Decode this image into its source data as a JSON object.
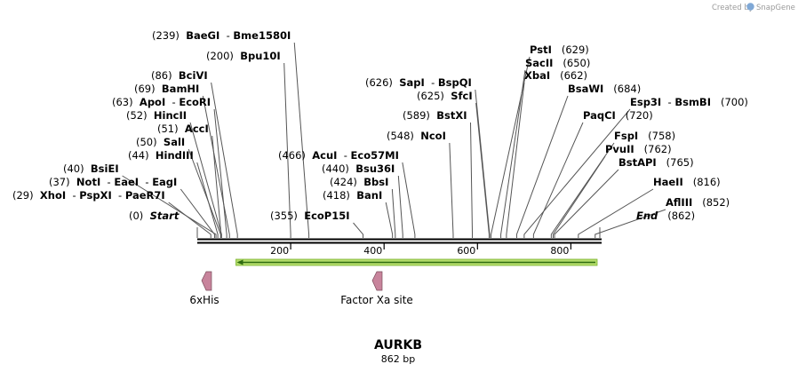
{
  "credit": {
    "prefix": "Created by",
    "brand": "SnapGene",
    "logo_icon": "snapgene-logo-icon"
  },
  "sequence": {
    "name": "AURKB",
    "length_label": "862 bp",
    "length": 862,
    "ruler_ticks": [
      200,
      400,
      600,
      800
    ]
  },
  "colors": {
    "backbone": "#000000",
    "orf_fill": "#b4dd6c",
    "orf_stroke": "#7bb32e",
    "orf_arrow": "#2e6b0f",
    "feature_fill": "#c8849c",
    "feature_stroke": "#7a4a5a",
    "connector": "#555555"
  },
  "orf": {
    "start": 98,
    "end": 862,
    "direction": "reverse"
  },
  "features": [
    {
      "name": "6xHis",
      "position": 23,
      "direction": "reverse"
    },
    {
      "name": "Factor Xa site",
      "position": 391,
      "direction": "reverse"
    }
  ],
  "sites": [
    {
      "pos": 0,
      "names": [
        "Start"
      ],
      "italic": true
    },
    {
      "pos": 29,
      "names": [
        "XhoI",
        "PspXI",
        "PaeR7I"
      ]
    },
    {
      "pos": 37,
      "names": [
        "NotI",
        "EaeI",
        "EagI"
      ]
    },
    {
      "pos": 40,
      "names": [
        "BsiEI"
      ]
    },
    {
      "pos": 44,
      "names": [
        "HindIII"
      ]
    },
    {
      "pos": 50,
      "names": [
        "SalI"
      ]
    },
    {
      "pos": 51,
      "names": [
        "AccI"
      ]
    },
    {
      "pos": 52,
      "names": [
        "HincII"
      ]
    },
    {
      "pos": 63,
      "names": [
        "ApoI",
        "EcoRI"
      ]
    },
    {
      "pos": 69,
      "names": [
        "BamHI"
      ]
    },
    {
      "pos": 86,
      "names": [
        "BciVI"
      ]
    },
    {
      "pos": 200,
      "names": [
        "Bpu10I"
      ]
    },
    {
      "pos": 239,
      "names": [
        "BaeGI",
        "Bme1580I"
      ]
    },
    {
      "pos": 355,
      "names": [
        "EcoP15I"
      ]
    },
    {
      "pos": 418,
      "names": [
        "BanI"
      ]
    },
    {
      "pos": 424,
      "names": [
        "BbsI"
      ]
    },
    {
      "pos": 440,
      "names": [
        "Bsu36I"
      ]
    },
    {
      "pos": 466,
      "names": [
        "AcuI",
        "Eco57MI"
      ]
    },
    {
      "pos": 548,
      "names": [
        "NcoI"
      ]
    },
    {
      "pos": 589,
      "names": [
        "BstXI"
      ]
    },
    {
      "pos": 625,
      "names": [
        "SfcI"
      ]
    },
    {
      "pos": 626,
      "names": [
        "SapI",
        "BspQI"
      ]
    },
    {
      "pos": 629,
      "names": [
        "PstI"
      ]
    },
    {
      "pos": 650,
      "names": [
        "SacII"
      ]
    },
    {
      "pos": 662,
      "names": [
        "XbaI"
      ]
    },
    {
      "pos": 684,
      "names": [
        "BsaWI"
      ]
    },
    {
      "pos": 700,
      "names": [
        "Esp3I",
        "BsmBI"
      ]
    },
    {
      "pos": 720,
      "names": [
        "PaqCI"
      ]
    },
    {
      "pos": 758,
      "names": [
        "FspI"
      ]
    },
    {
      "pos": 762,
      "names": [
        "PvuII"
      ]
    },
    {
      "pos": 765,
      "names": [
        "BstAPI"
      ]
    },
    {
      "pos": 816,
      "names": [
        "HaeII"
      ]
    },
    {
      "pos": 852,
      "names": [
        "AflIII"
      ]
    },
    {
      "pos": 862,
      "names": [
        "End"
      ],
      "italic": true
    }
  ]
}
